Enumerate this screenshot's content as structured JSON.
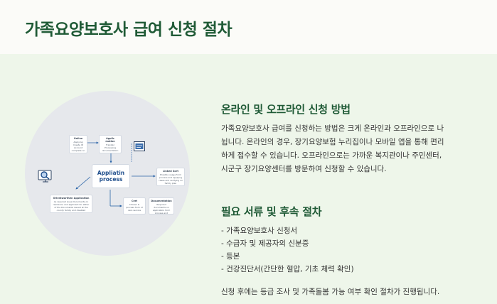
{
  "page": {
    "title": "가족요양보호사 급여 신청 절차"
  },
  "diagram": {
    "center": "Appliatin process",
    "nodes": [
      {
        "title": "Online",
        "body": "Applying Create ID Account complete on online Form"
      },
      {
        "title": "Applic mation",
        "body": "Transfer Processing documentation Benefits"
      },
      {
        "title": "Linked Sort",
        "body": "Possible usage form process and applying cases and verifying on family plan documents"
      },
      {
        "title": "Orientworthen Application",
        "body": "As required issue Documents on residence and applicant for either of the Documents issued at the county family and disabled"
      },
      {
        "title": "Cert",
        "body": "Chosen & process from of care service"
      },
      {
        "title": "Documentation",
        "body": "Required documents on application form process and identity"
      }
    ],
    "icons": [
      "document-window-icon",
      "magnifier-monitor-icon"
    ]
  },
  "sections": {
    "online": {
      "title": "온라인 및 오프라인 신청 방법",
      "lines": [
        "가족요양보호사 급여를 신청하는 방법은 크게 온라인과 오프라인으로 나",
        "뉩니다. 온라인의 경우, 장기요양보험 누리집이나 모바일 앱을 통해 편리",
        "하게 접수할 수 있습니다. 오프라인으로는 가까운 복지관이나 주민센터,",
        "시군구 장기요양센터를 방문하여 신청할 수 있습니다."
      ]
    },
    "documents": {
      "title": "필요 서류 및 후속 절차",
      "items": [
        "- 가족요양보호사 신청서",
        "- 수급자 및 제공자의 신분증",
        "- 등본",
        "- 건강진단서(간단한 혈압, 기초 체력 확인)"
      ],
      "note": "신청 후에는 등급 조사 및 가족돌봄 가능 여부 확인 절차가 진행됩니다."
    }
  },
  "colors": {
    "accent": "#1f5a36",
    "background": "#eef6ea",
    "header": "#fbfbf8"
  }
}
